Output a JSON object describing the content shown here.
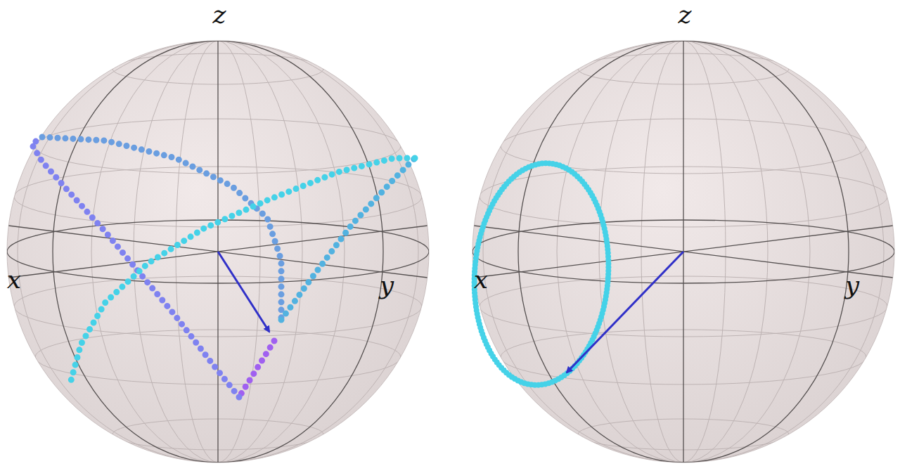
{
  "diagram": {
    "labels": [
      "z",
      "x",
      "y",
      "z",
      "x",
      "y"
    ]
  }
}
